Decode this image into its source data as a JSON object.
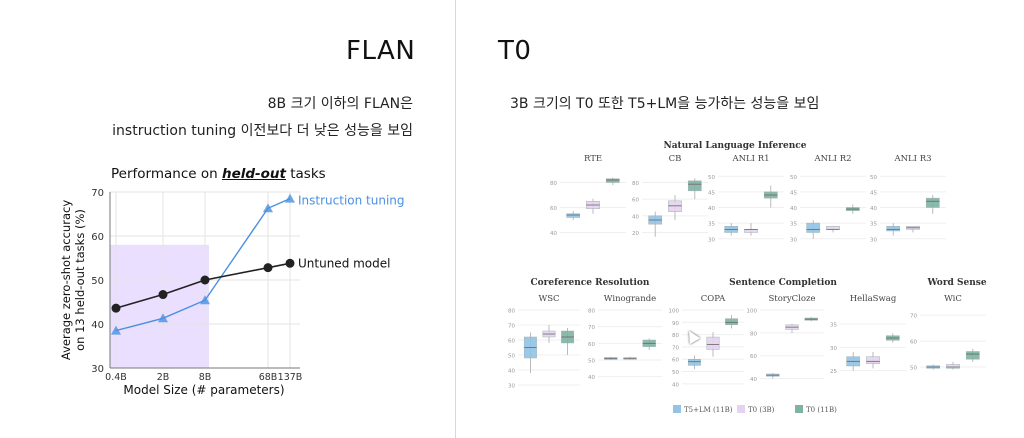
{
  "slide": {
    "flan_title": "FLAN",
    "t0_title": "T0",
    "flan_note_line1": "8B 크기 이하의 FLAN은",
    "flan_note_line2": "instruction tuning 이전보다 더 낮은 성능을 보임",
    "t0_note": "3B 크기의 T0 또한 T5+LM을 능가하는 성능을 보임"
  },
  "chart_data": [
    {
      "type": "line",
      "title_prefix": "Performance on ",
      "title_emphasis": "held-out",
      "title_suffix": " tasks",
      "xlabel": "Model Size (# parameters)",
      "ylabel_line1": "Average zero-shot accuracy",
      "ylabel_line2": "on 13 held-out tasks (%)",
      "categories": [
        "0.4B",
        "2B",
        "8B",
        "68B",
        "137B"
      ],
      "yticks": [
        30,
        40,
        50,
        60,
        70
      ],
      "ylim": [
        30,
        70
      ],
      "grid": true,
      "shaded_region": [
        "0.4B",
        "8B"
      ],
      "series": [
        {
          "name": "Instruction tuning",
          "values": [
            38.5,
            41.3,
            45.4,
            66.3,
            68.5
          ],
          "color": "#4a90e2",
          "marker": "triangle"
        },
        {
          "name": "Untuned model",
          "values": [
            43.6,
            46.7,
            50.0,
            52.8,
            53.8
          ],
          "color": "#222222",
          "marker": "circle"
        }
      ],
      "shade_color": "#e9dcff"
    },
    {
      "type": "box",
      "group_titles": [
        {
          "text": "Natural Language Inference"
        },
        {
          "text": "Coreference Resolution"
        },
        {
          "text": "Sentence Completion"
        },
        {
          "text": "Word Sense"
        }
      ],
      "legend": [
        {
          "name": "T5+LM (11B)",
          "color": "#93c4e6"
        },
        {
          "name": "T0 (3B)",
          "color": "#e6d3f0"
        },
        {
          "name": "T0 (11B)",
          "color": "#7fb3a4"
        }
      ],
      "panels": [
        {
          "name": "RTE",
          "yticks": [
            40,
            60,
            80
          ],
          "ylim": [
            30,
            90
          ],
          "boxes": [
            [
              50,
              52,
              54,
              55,
              57
            ],
            [
              55,
              59,
              62,
              65,
              67
            ],
            [
              78,
              80,
              82,
              83,
              84
            ]
          ]
        },
        {
          "name": "CB",
          "yticks": [
            20,
            40,
            60,
            80
          ],
          "ylim": [
            5,
            95
          ],
          "boxes": [
            [
              15,
              30,
              35,
              40,
              45
            ],
            [
              35,
              45,
              52,
              58,
              65
            ],
            [
              60,
              70,
              78,
              82,
              85
            ]
          ]
        },
        {
          "name": "ANLI R1",
          "yticks": [
            30,
            35,
            40,
            45,
            50
          ],
          "ylim": [
            28,
            52
          ],
          "boxes": [
            [
              31,
              32,
              33,
              34,
              35
            ],
            [
              31,
              32,
              33,
              33,
              35
            ],
            [
              40,
              43,
              44,
              45,
              47
            ]
          ]
        },
        {
          "name": "ANLI R2",
          "yticks": [
            30,
            35,
            40,
            45,
            50
          ],
          "ylim": [
            28,
            52
          ],
          "boxes": [
            [
              30,
              32,
              33,
              35,
              36
            ],
            [
              32,
              33,
              33,
              34,
              34
            ],
            [
              38,
              39,
              39.5,
              40,
              41
            ]
          ]
        },
        {
          "name": "ANLI R3",
          "yticks": [
            30,
            35,
            40,
            45,
            50
          ],
          "ylim": [
            28,
            52
          ],
          "boxes": [
            [
              31,
              32.5,
              33,
              34,
              35
            ],
            [
              32,
              33,
              33.5,
              34,
              34
            ],
            [
              38,
              40,
              42,
              43,
              44
            ]
          ]
        },
        {
          "name": "WSC",
          "yticks": [
            30,
            40,
            50,
            60,
            70,
            80
          ],
          "ylim": [
            30,
            80
          ],
          "boxes": [
            [
              38,
              48,
              55,
              62,
              65
            ],
            [
              58,
              62,
              64,
              66,
              70
            ],
            [
              50,
              58,
              62,
              66,
              68
            ]
          ]
        },
        {
          "name": "Winogrande",
          "yticks": [
            40,
            50,
            60,
            70,
            80
          ],
          "ylim": [
            35,
            80
          ],
          "boxes": [
            [
              50,
              50.5,
              51,
              51.5,
              52
            ],
            [
              50,
              50.5,
              51,
              51.5,
              52
            ],
            [
              56,
              58,
              60,
              62,
              63
            ]
          ]
        },
        {
          "name": "COPA",
          "yticks": [
            40,
            50,
            60,
            70,
            80,
            90,
            100
          ],
          "ylim": [
            35,
            100
          ],
          "boxes": [
            [
              52,
              55,
              58,
              60,
              63
            ],
            [
              62,
              68,
              72,
              78,
              82
            ],
            [
              85,
              88,
              90,
              93,
              96
            ]
          ]
        },
        {
          "name": "StoryCloze",
          "yticks": [
            40,
            60,
            80,
            100
          ],
          "ylim": [
            30,
            100
          ],
          "boxes": [
            [
              40,
              42,
              43,
              44,
              45
            ],
            [
              80,
              83,
              85,
              87,
              88
            ],
            [
              90,
              91,
              92,
              93,
              94
            ]
          ]
        },
        {
          "name": "HellaSwag",
          "yticks": [
            25,
            30,
            35
          ],
          "ylim": [
            23,
            38
          ],
          "boxes": [
            [
              25,
              26,
              27,
              28,
              29
            ],
            [
              25.5,
              26.5,
              27,
              28,
              29
            ],
            [
              31,
              31.5,
              32,
              32.5,
              33
            ]
          ]
        },
        {
          "name": "WiC",
          "yticks": [
            50,
            60,
            70
          ],
          "ylim": [
            45,
            72
          ],
          "boxes": [
            [
              49,
              49.5,
              50,
              50.5,
              51
            ],
            [
              49,
              49.5,
              50,
              51,
              52
            ],
            [
              52,
              53,
              55,
              56,
              57
            ]
          ]
        }
      ]
    }
  ]
}
